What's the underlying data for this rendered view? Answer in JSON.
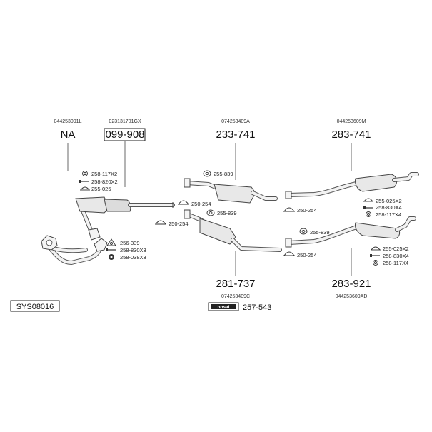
{
  "diagram_id": "SYS08016",
  "logo_text": "bosal",
  "assemblies": [
    {
      "id": "a1",
      "ref": "044253091L",
      "label": "NA",
      "boxed": false
    },
    {
      "id": "a2",
      "ref": "023131701GX",
      "label": "099-908",
      "boxed": true
    },
    {
      "id": "a3",
      "ref": "074253409A",
      "label": "233-741",
      "boxed": false
    },
    {
      "id": "a4",
      "ref": "044253609M",
      "label": "283-741",
      "boxed": false
    },
    {
      "id": "a5",
      "ref": "074253409C",
      "label": "281-737",
      "boxed": false
    },
    {
      "id": "a6",
      "ref": "044253609AD",
      "label": "283-921",
      "boxed": false
    }
  ],
  "kit_label": "257-543",
  "parts": {
    "p1": "258-117X2",
    "p2": "258-820X2",
    "p3": "255-025",
    "p4": "255-839",
    "p5": "250-254",
    "p6": "255-839",
    "p7": "250-254",
    "p8": "250-254",
    "p9": "255-025X2",
    "p10": "258-830X4",
    "p11": "258-117X4",
    "p12": "255-839",
    "p13": "250-254",
    "p14": "256-339",
    "p15": "258-830X3",
    "p16": "258-038X3",
    "p17": "255-025X2",
    "p18": "258-830X4",
    "p19": "258-117X4"
  },
  "icons": {
    "ring-clamp": "ring-clamp-icon",
    "bolt": "bolt-icon",
    "hanger": "rubber-hanger-icon",
    "clamp": "u-clamp-icon",
    "triangle-gasket": "triangle-gasket-icon",
    "nut": "nut-icon"
  }
}
